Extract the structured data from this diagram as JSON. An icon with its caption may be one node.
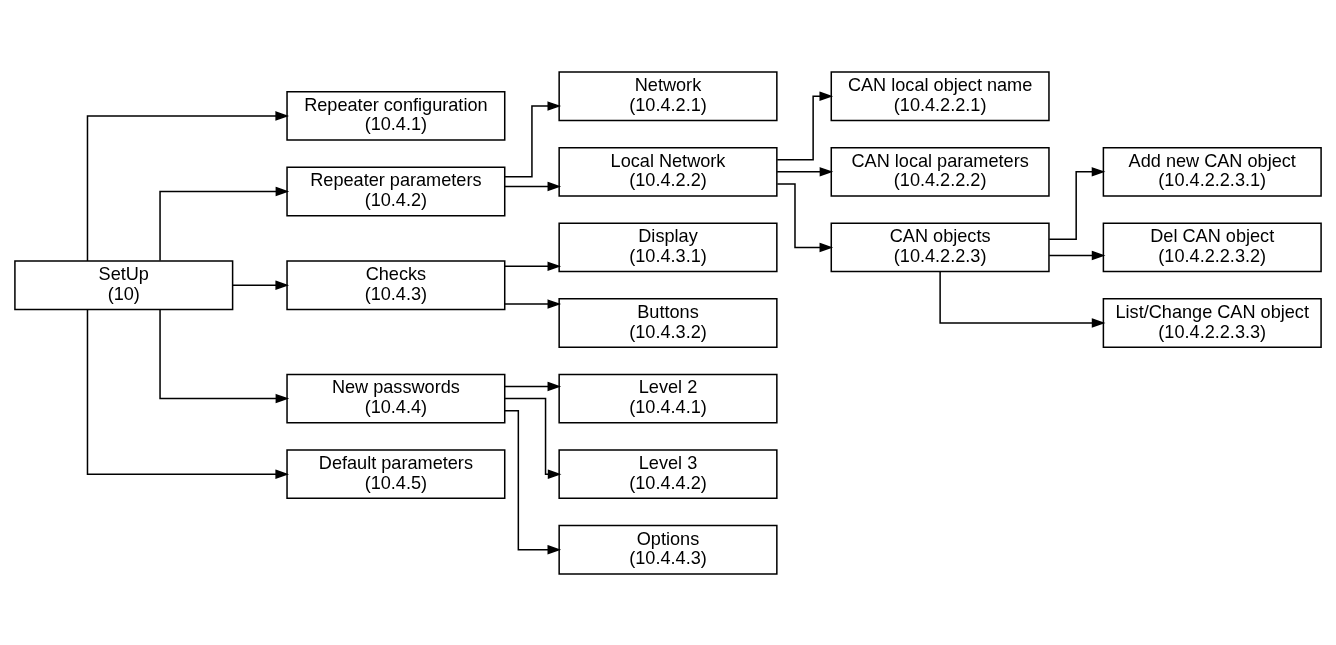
{
  "diagram": {
    "nodes": [
      {
        "text": [
          "SetUp",
          "(10)"
        ]
      },
      {
        "text": [
          "Repeater configuration",
          "(10.4.1)"
        ]
      },
      {
        "text": [
          "Repeater parameters",
          "(10.4.2)"
        ]
      },
      {
        "text": [
          "Network",
          "(10.4.2.1)"
        ]
      },
      {
        "text": [
          "Local Network",
          "(10.4.2.2)"
        ]
      },
      {
        "text": [
          "CAN local object name",
          "(10.4.2.2.1)"
        ]
      },
      {
        "text": [
          "CAN local parameters",
          "(10.4.2.2.2)"
        ]
      },
      {
        "text": [
          "CAN objects",
          "(10.4.2.2.3)"
        ]
      },
      {
        "text": [
          "Add new CAN object",
          "(10.4.2.2.3.1)"
        ]
      },
      {
        "text": [
          "Del CAN object",
          "(10.4.2.2.3.2)"
        ]
      },
      {
        "text": [
          "List/Change CAN object",
          "(10.4.2.2.3.3)"
        ]
      },
      {
        "text": [
          "Checks",
          "(10.4.3)"
        ]
      },
      {
        "text": [
          "Display",
          "(10.4.3.1)"
        ]
      },
      {
        "text": [
          "Buttons",
          "(10.4.3.2)"
        ]
      },
      {
        "text": [
          "New passwords",
          "(10.4.4)"
        ]
      },
      {
        "text": [
          "Level 2",
          "(10.4.4.1)"
        ]
      },
      {
        "text": [
          "Level 3",
          "(10.4.4.2)"
        ]
      },
      {
        "text": [
          "Options",
          "(10.4.4.3)"
        ]
      },
      {
        "text": [
          "Default parameters",
          "(10.4.5)"
        ]
      }
    ],
    "edges": [
      {
        "from": 0,
        "to": 1,
        "arrow": "to"
      },
      {
        "from": 0,
        "to": 2,
        "arrow": "to"
      },
      {
        "from": 0,
        "to": 11,
        "arrow": "to"
      },
      {
        "from": 0,
        "to": 14,
        "arrow": "to"
      },
      {
        "from": 0,
        "to": 18,
        "arrow": "to"
      },
      {
        "from": 2,
        "to": 3,
        "arrow": "to"
      },
      {
        "from": 2,
        "to": 4,
        "arrow": "to"
      },
      {
        "from": 4,
        "to": 5,
        "arrow": "to"
      },
      {
        "from": 4,
        "to": 6,
        "arrow": "to"
      },
      {
        "from": 4,
        "to": 7,
        "arrow": "to"
      },
      {
        "from": 7,
        "to": 8,
        "arrow": "to"
      },
      {
        "from": 7,
        "to": 9,
        "arrow": "to"
      },
      {
        "from": 7,
        "to": 10,
        "arrow": "to"
      },
      {
        "from": 11,
        "to": 12,
        "arrow": "to"
      },
      {
        "from": 11,
        "to": 13,
        "arrow": "to"
      },
      {
        "from": 14,
        "to": 15,
        "arrow": "to"
      },
      {
        "from": 14,
        "to": 16,
        "arrow": "to"
      },
      {
        "from": 14,
        "to": 17,
        "arrow": "to"
      }
    ]
  }
}
